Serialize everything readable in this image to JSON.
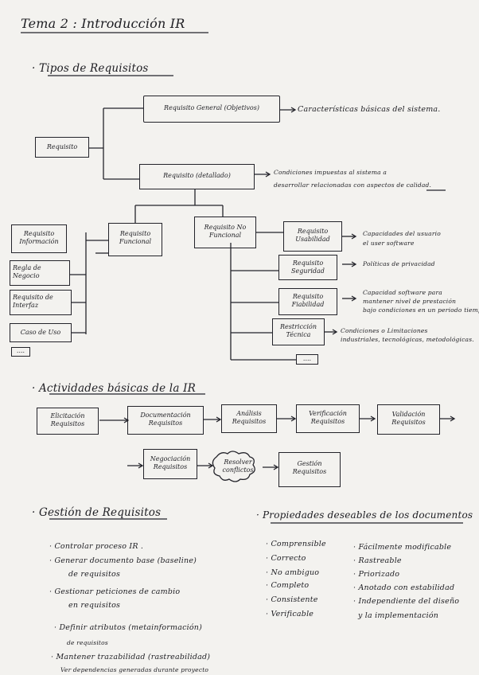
{
  "title": "Tema 2 : Introducción IR",
  "sections": {
    "tipos": {
      "heading": "Tipos de Requisitos",
      "requisito_root": "Requisito",
      "general": "Requisito General (Objetivos)",
      "general_desc": "Características básicas del sistema.",
      "detallado": "Requisito (detallado)",
      "detallado_desc_1": "Condiciones impuestas al sistema a",
      "detallado_desc_2": "desarrollar relacionadas con aspectos de calidad.",
      "funcional": [
        "Requisito",
        "Funcional"
      ],
      "no_funcional": [
        "Requisito No",
        "Funcional"
      ],
      "left_items": [
        [
          "Requisito",
          "Información"
        ],
        [
          "Regla de",
          "Negocio"
        ],
        [
          "Requisito de",
          "Interfaz"
        ],
        [
          "Caso de Uso"
        ],
        [
          "...."
        ]
      ],
      "right_items": [
        {
          "label": [
            "Requisito",
            "Usabilidad"
          ],
          "desc": [
            "Capacidades del usuario",
            "el user software"
          ]
        },
        {
          "label": [
            "Requisito",
            "Seguridad"
          ],
          "desc": [
            "Políticas de privacidad"
          ]
        },
        {
          "label": [
            "Requisito",
            "Fiabilidad"
          ],
          "desc": [
            "Capacidad software para",
            "mantener nivel de prestación",
            "bajo condiciones en un periodo tiempo"
          ]
        },
        {
          "label": [
            "Restricción",
            "Técnica"
          ],
          "desc": [
            "Condiciones o Limitaciones",
            "industriales, tecnológicas, metodológicas."
          ]
        },
        {
          "label": [
            "...."
          ],
          "desc": []
        }
      ]
    },
    "actividades": {
      "heading": "Actividades básicas de la IR",
      "row1": [
        [
          "Elicitación",
          "Requisitos"
        ],
        [
          "Documentación",
          "Requisitos"
        ],
        [
          "Análisis",
          "Requisitos"
        ],
        [
          "Verificación",
          "Requisitos"
        ],
        [
          "Validación",
          "Requisitos"
        ]
      ],
      "negociacion": [
        "Negociación",
        "Requisitos"
      ],
      "resolver": [
        "Resolver",
        "conflictos"
      ],
      "gestion": [
        "Gestión",
        "Requisitos"
      ]
    },
    "gestion": {
      "heading": "Gestión de Requisitos",
      "items": [
        "Controlar proceso IR .",
        "Generar documento base (baseline)",
        "de requisitos",
        "Gestionar peticiones de cambio",
        "en requisitos",
        "Definir atributos (metainformación)",
        "de requisitos",
        "Mantener trazabilidad (rastreabilidad)",
        "Ver dependencias generadas durante proyecto"
      ]
    },
    "propiedades": {
      "heading": "Propiedades deseables de los documentos",
      "col1": [
        "Comprensible",
        "Correcto",
        "No ambiguo",
        "Completo",
        "Consistente",
        "Verificable"
      ],
      "col2": [
        "Fácilmente modificable",
        "Rastreable",
        "Priorizado",
        "Anotado con estabilidad",
        "Independiente del diseño",
        "y la implementación"
      ]
    }
  }
}
